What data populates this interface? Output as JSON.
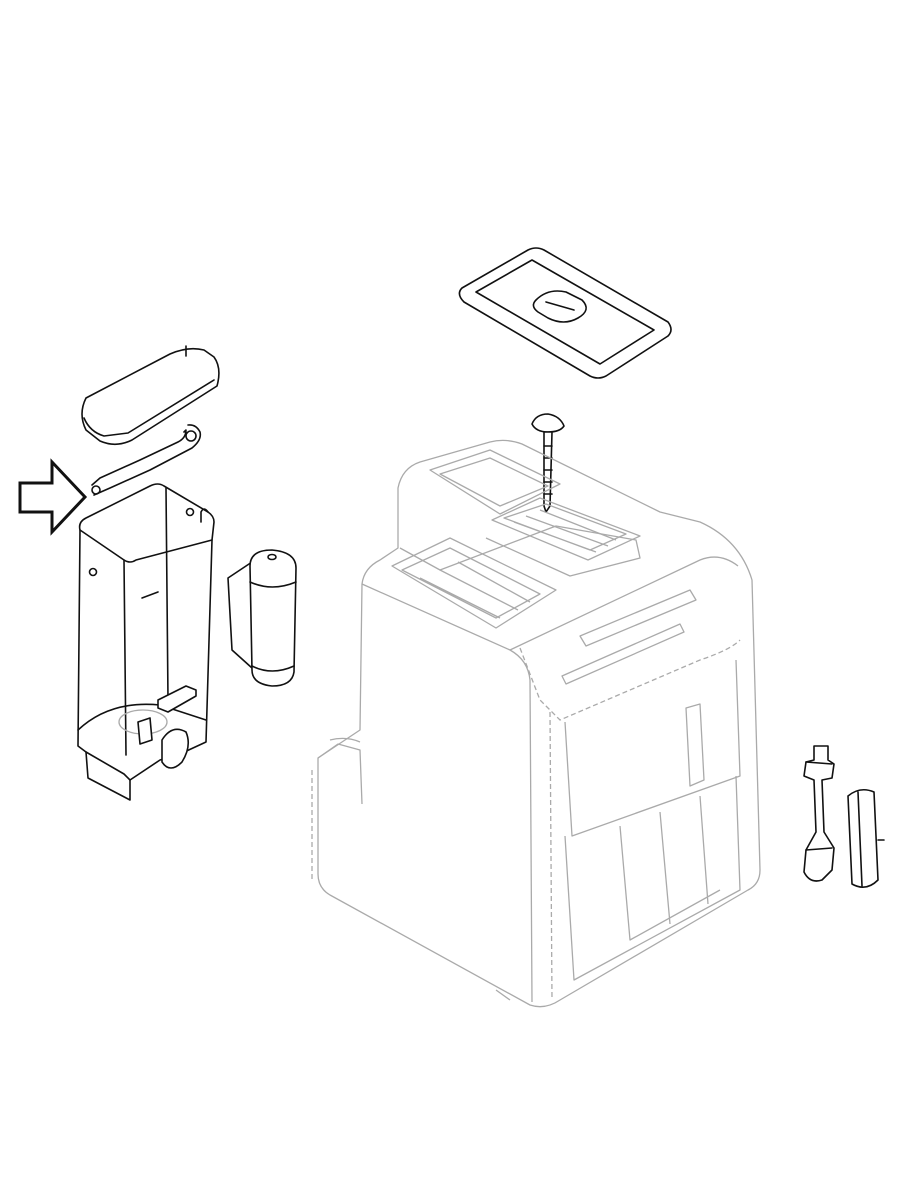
{
  "diagram": {
    "type": "exploded-parts-line-drawing",
    "colors": {
      "background": "#ffffff",
      "part_line": "#111111",
      "machine_line": "#aaaaaa"
    },
    "parts": [
      "water-tank-lid",
      "water-tank-handle",
      "water-tank",
      "water-filter",
      "bean-container-lid",
      "grind-setting-key",
      "coffee-machine-body",
      "milk-pipe",
      "pipe-cover"
    ],
    "highlight_icon": "arrow-right-icon"
  }
}
